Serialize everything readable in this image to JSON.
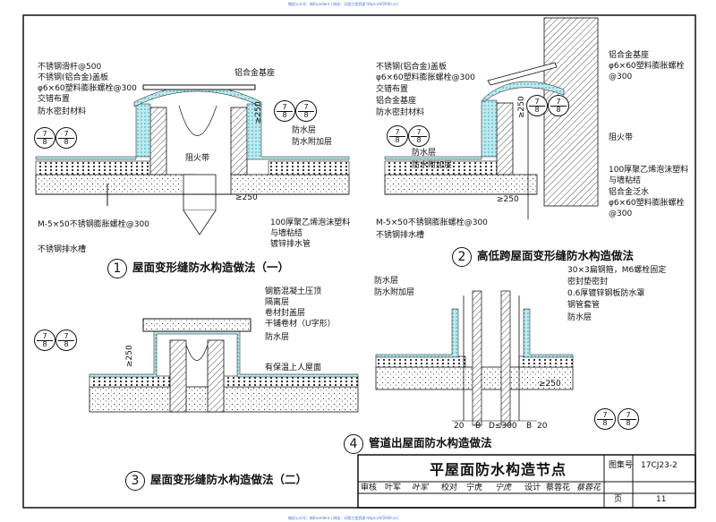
{
  "watermark": "微信公众号：筑Excellent | 网站：天图工程资源 https://kf2000.cn/",
  "detail1": {
    "number": "1",
    "title": "屋面变形缝防水构造做法（一）",
    "labels": [
      "不锈钢滑杆@500",
      "不锈钢(铝合金)盖板",
      "φ6×60塑料膨胀螺栓@300",
      "交错布置",
      "防水密封材料",
      "铝合金基座",
      "防水层",
      "防水附加层",
      "阻火带",
      "100厚聚乙烯泡沫塑料",
      "与墙粘结",
      "镀锌排水管",
      "M-5×50不锈钢膨胀螺栓@300",
      "不锈钢排水槽"
    ],
    "dims": [
      "≥250",
      "≥250"
    ],
    "refs": [
      {
        "top": "7",
        "bottom": "8"
      },
      {
        "top": "7",
        "bottom": "8"
      }
    ]
  },
  "detail2": {
    "number": "2",
    "title": "高低跨屋面变形缝防水构造做法",
    "labels": [
      "不锈钢(铝合金)盖板",
      "φ6×60塑料膨胀螺栓@300",
      "交错布置",
      "铝合金基座",
      "防水密封材料",
      "铝合金基座",
      "φ6×60塑料膨胀螺栓",
      "@300",
      "阻火带",
      "防水层",
      "防水附加层",
      "100厚聚乙烯泡沫塑料",
      "与墙粘结",
      "铝合金泛水",
      "φ6×60塑料膨胀螺栓",
      "@300",
      "M-5×50不锈钢膨胀螺栓@300",
      "不锈钢排水槽"
    ],
    "dims": [
      "≥250",
      "≥250"
    ],
    "refs": [
      {
        "top": "7",
        "bottom": "8"
      },
      {
        "top": "7",
        "bottom": "8"
      }
    ]
  },
  "detail3": {
    "number": "3",
    "title": "屋面变形缝防水构造做法（二）",
    "labels": [
      "钢筋混凝土压顶",
      "隔离层",
      "卷材封盖层",
      "干铺卷材（U字形）",
      "防水层",
      "有保温上人屋面"
    ],
    "dims": [
      "≥250"
    ],
    "refs": [
      {
        "top": "7",
        "bottom": "8"
      }
    ]
  },
  "detail4": {
    "number": "4",
    "title": "管道出屋面防水构造做法",
    "labels": [
      "防水层",
      "防水附加层",
      "30×3扁钢箍，M6螺栓固定",
      "密封垫密封",
      "0.6厚镀锌钢板防水罩",
      "钢管套管",
      "防水层"
    ],
    "dims": [
      "≥250"
    ],
    "bottom_dims": [
      "20",
      "B",
      "D≤300",
      "B",
      "20"
    ],
    "refs": [
      {
        "top": "7",
        "bottom": "8"
      }
    ]
  },
  "title_block": {
    "title": "平屋面防水构造节点",
    "atlas_label": "图集号",
    "atlas_no": "17CJ23-2",
    "page_label": "页",
    "page_no": "11",
    "review_label": "审核",
    "review_name": "叶军",
    "review_sign": "叶军",
    "check_label": "校对",
    "check_name": "宁虎",
    "check_sign": "宁虎",
    "design_label": "设计",
    "design_name": "蔡蓉花",
    "design_sign": "蔡蓉花"
  },
  "colors": {
    "membrane": "#bfe9ee",
    "membrane_dot": "#2aa7b7",
    "hatch": "#111111"
  }
}
